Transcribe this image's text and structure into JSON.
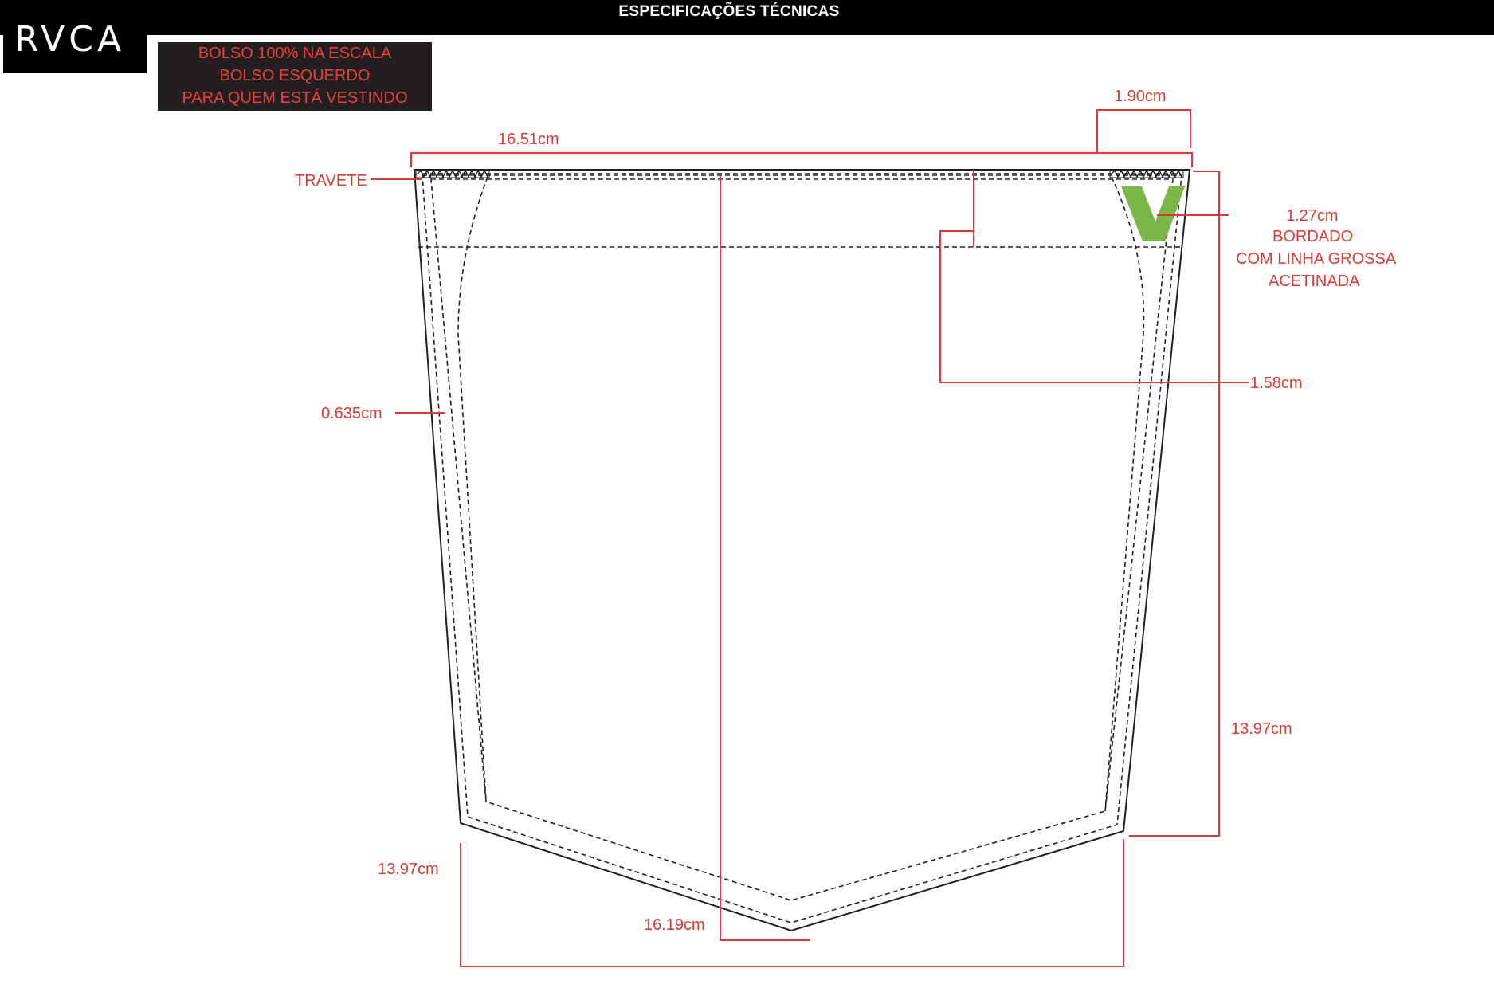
{
  "header": {
    "title": "ESPECIFICAÇÕES TÉCNICAS",
    "logo": "RVCA"
  },
  "note": {
    "lines": [
      "BOLSO 100% NA ESCALA",
      "BOLSO ESQUERDO",
      "PARA QUEM ESTÁ VESTINDO"
    ]
  },
  "labels": {
    "width_top": "16.51cm",
    "bartack_spacing": "1.90cm",
    "bartack": "TRAVETE",
    "embroidery_size": "1.27cm",
    "embroidery_line1": "BORDADO",
    "embroidery_line2": "COM LINHA GROSSA",
    "embroidery_line3": "ACETINADA",
    "topstitch_depth": "1.58cm",
    "stitch_margin": "0.635cm",
    "side_height": "13.97cm",
    "bottom_width": "13.97cm",
    "center_height": "16.19cm"
  },
  "colors": {
    "dimension": "#d93a34",
    "outline": "#231f20",
    "embroidery": "#7ab648",
    "header_bg": "#000000"
  }
}
